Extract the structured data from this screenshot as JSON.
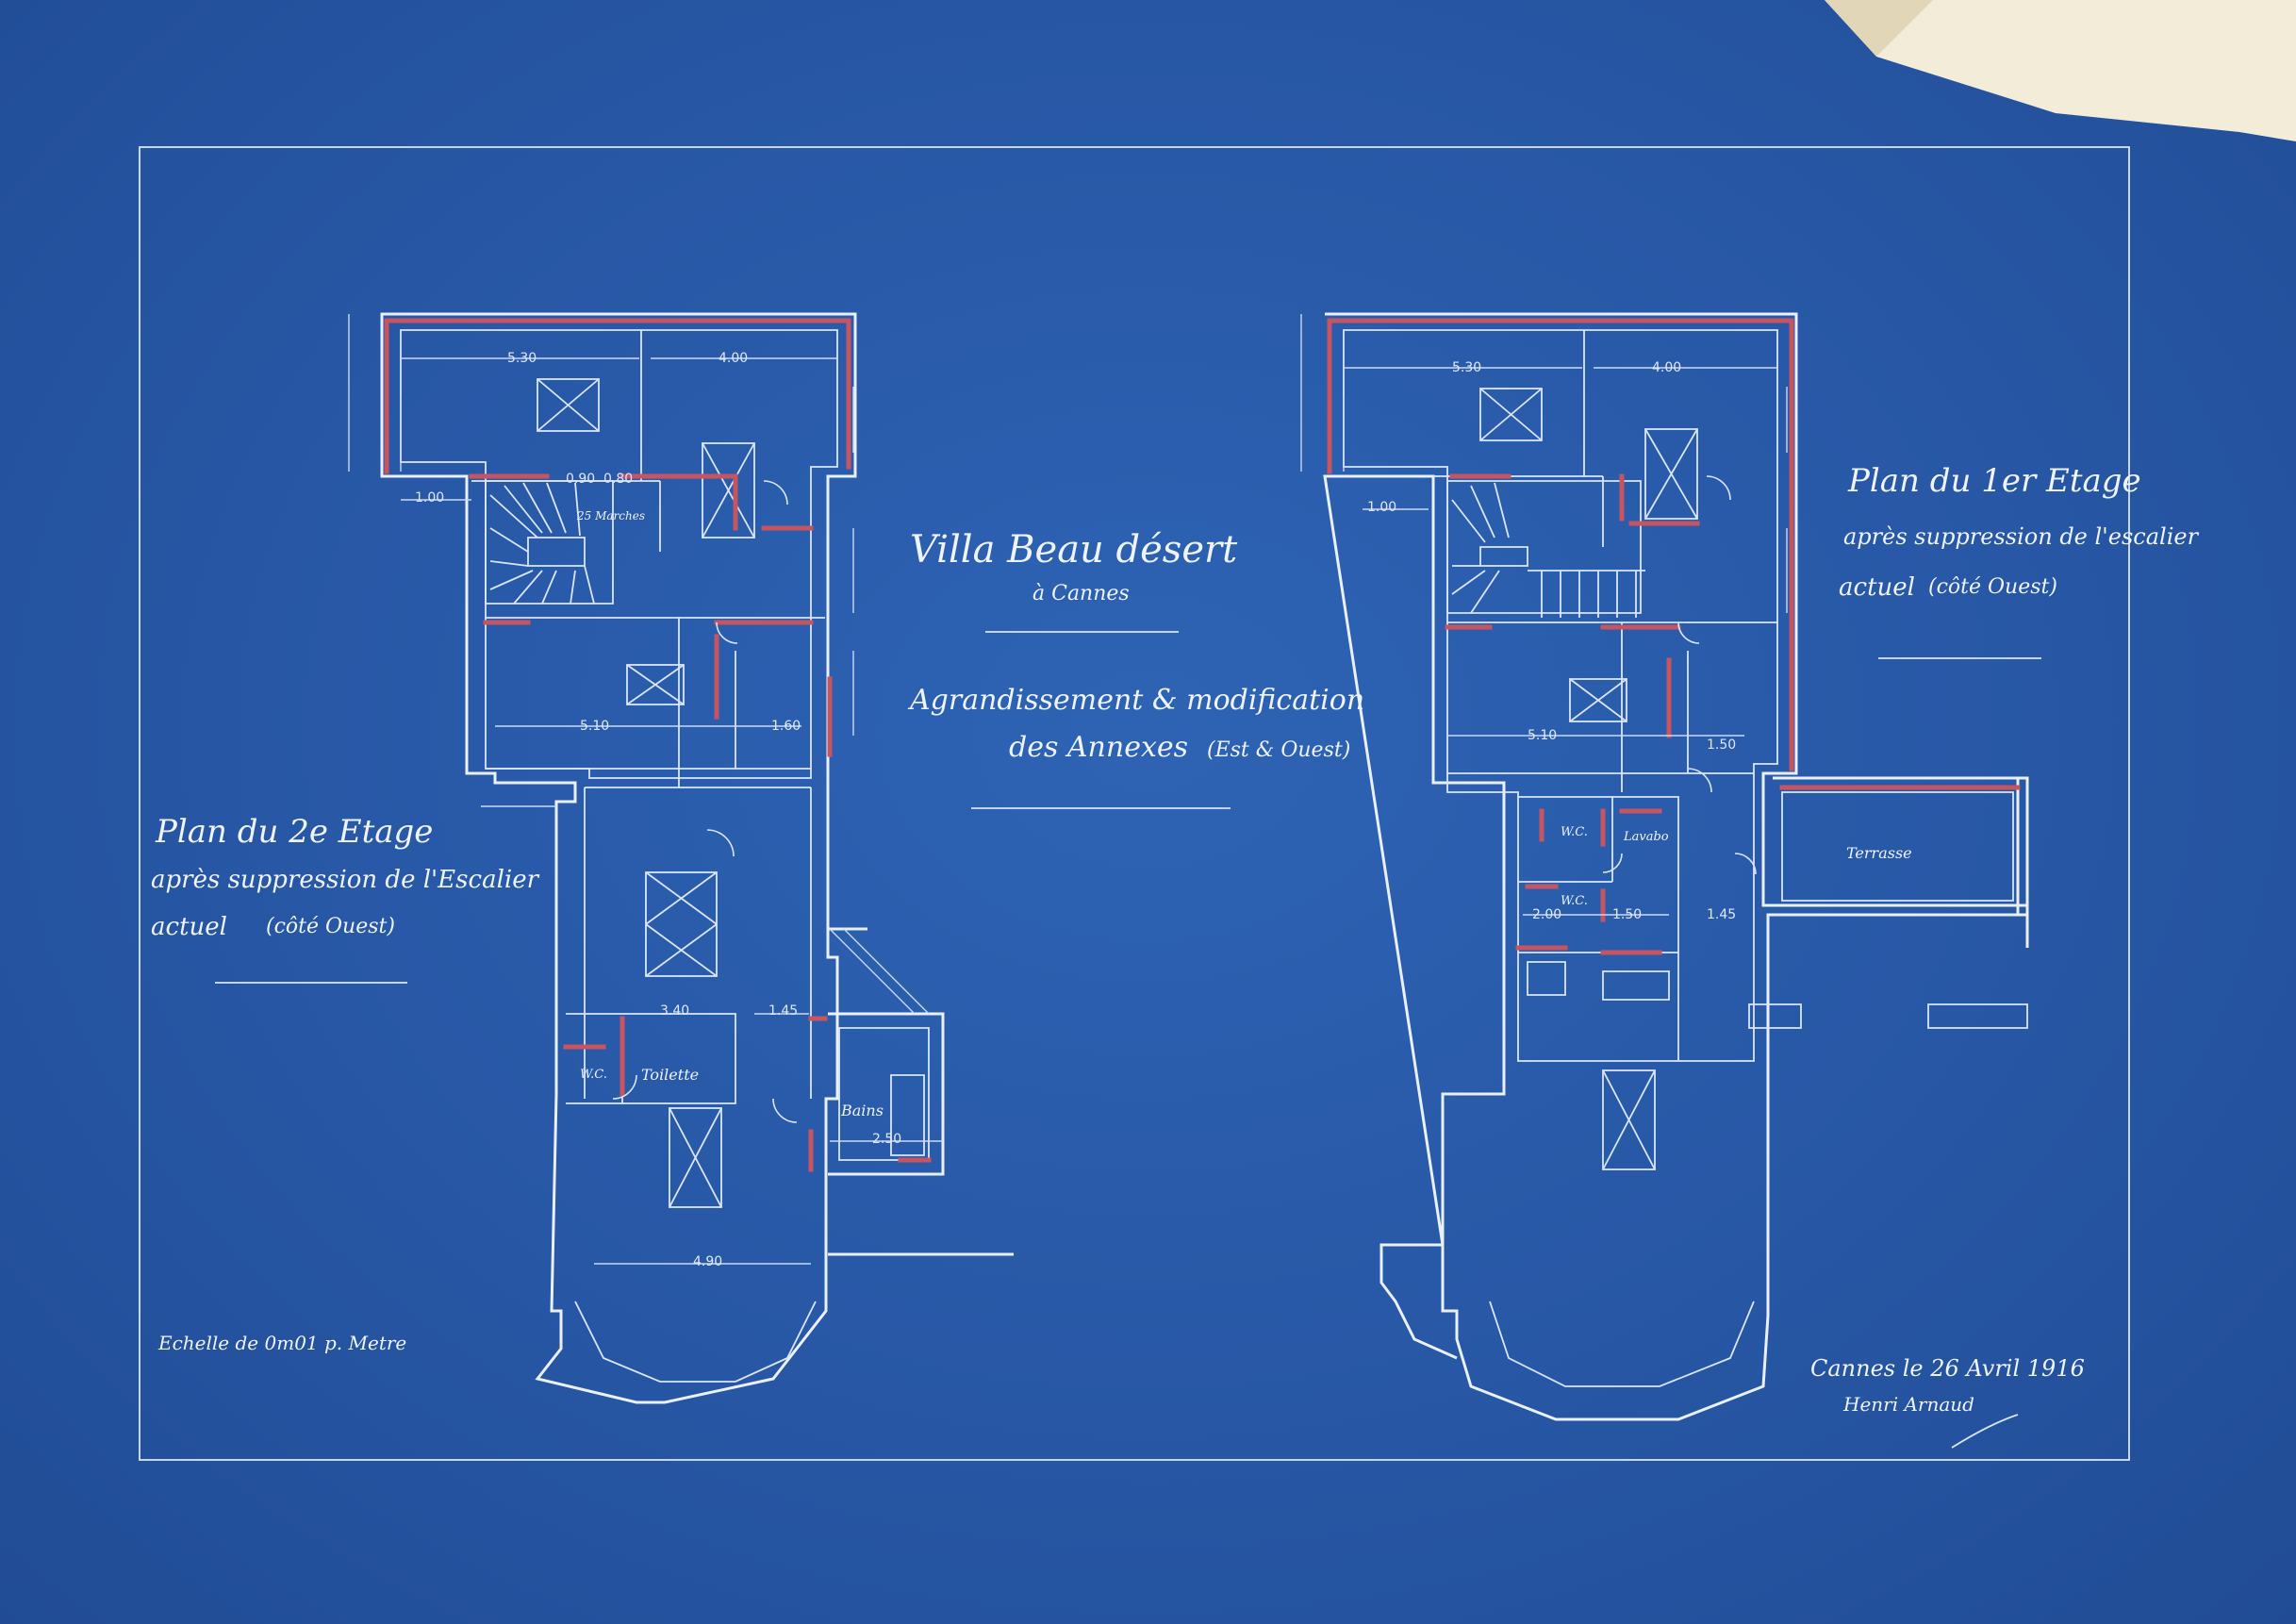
{
  "title": {
    "name": "Villa Beau désert",
    "location": "à Cannes",
    "subject_1": "Agrandissement & modification",
    "subject_2": "des Annexes",
    "subject_2_note": "(Est & Ouest)"
  },
  "plan_left": {
    "heading": "Plan du 2e Etage",
    "line_2": "après suppression de l'Escalier",
    "line_3": "actuel",
    "line_3_note": "(côté Ouest)",
    "rooms": {
      "toilette": "Toilette",
      "wc": "W.C.",
      "bains": "Bains",
      "stair": "25 Marches"
    },
    "dimensions": {
      "top_left": "5.30",
      "top_right": "4.00",
      "bottom_width": "4.90",
      "mid_left": "5.10",
      "mid_right": "1.60",
      "annex_1": "3.40",
      "annex_2": "1.45",
      "bath": "2.50",
      "side_1": "1.00",
      "side_2": "0.90",
      "side_3": "0.80"
    }
  },
  "plan_right": {
    "heading": "Plan du 1er Etage",
    "line_2": "après suppression de l'escalier",
    "line_3": "actuel",
    "line_3_note": "(côté Ouest)",
    "rooms": {
      "terrasse": "Terrasse",
      "wc_1": "W.C.",
      "wc_2": "W.C.",
      "lavabo": "Lavabo"
    },
    "dimensions": {
      "top_left": "5.30",
      "top_right": "4.00",
      "mid_left": "5.10",
      "mid_right": "1.50",
      "a": "2.00",
      "b": "1.50",
      "c": "1.45",
      "side": "1.00"
    }
  },
  "scale": "Echelle de 0m01 p. Metre",
  "date_line": "Cannes le 26 Avril 1916",
  "signature": "Henri Arnaud",
  "colors": {
    "paper": "#2757a5",
    "ink": "#eef3fc",
    "red_wall": "#c65561"
  }
}
